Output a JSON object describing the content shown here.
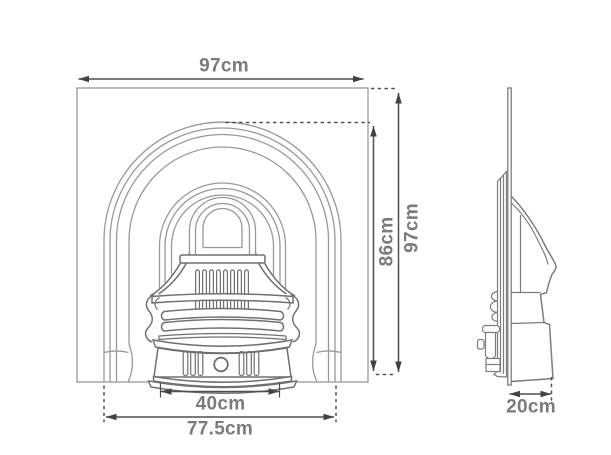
{
  "colors": {
    "drawing_line": "#97999b",
    "object_line": "#6d7173",
    "side_line": "#7a7e80",
    "dimension_line": "#4f4f4f",
    "arrowhead": "#424242",
    "label_text": "#7b7b7b",
    "background": "#ffffff"
  },
  "front_view": {
    "overall_width_label": "97cm",
    "arch_height_label": "86cm",
    "overall_height_label": "97cm",
    "grate_width_label": "40cm",
    "base_width_label": "77.5cm"
  },
  "side_view": {
    "depth_label": "20cm"
  }
}
